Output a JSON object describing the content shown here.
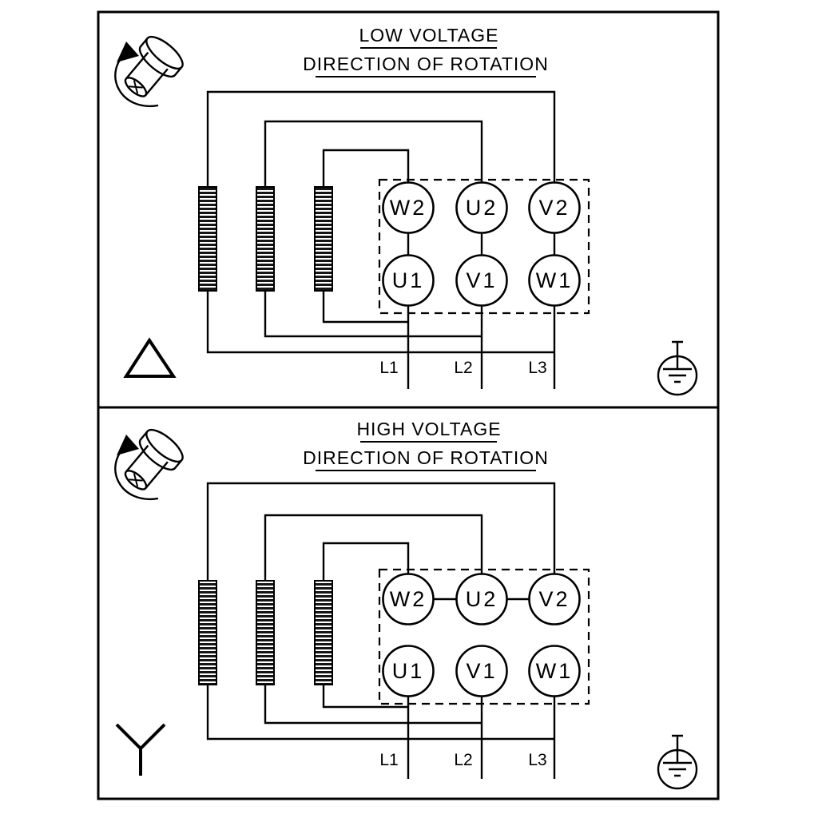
{
  "diagram": {
    "panels": [
      {
        "title": "LOW VOLTAGE",
        "subtitle": "DIRECTION OF ROTATION",
        "connection": "delta",
        "terminals_top": [
          "W2",
          "U2",
          "V2"
        ],
        "terminals_bottom": [
          "U1",
          "V1",
          "W1"
        ],
        "line_labels": [
          "L1",
          "L2",
          "L3"
        ]
      },
      {
        "title": "HIGH VOLTAGE",
        "subtitle": "DIRECTION OF ROTATION",
        "connection": "star",
        "terminals_top": [
          "W2",
          "U2",
          "V2"
        ],
        "terminals_bottom": [
          "U1",
          "V1",
          "W1"
        ],
        "line_labels": [
          "L1",
          "L2",
          "L3"
        ]
      }
    ],
    "icons": {
      "rotation": "rotating-shaft-direction",
      "delta": "delta-connection",
      "star": "star-connection",
      "ground": "earth-ground"
    },
    "colors": {
      "line": "#000000",
      "background": "#ffffff"
    }
  }
}
